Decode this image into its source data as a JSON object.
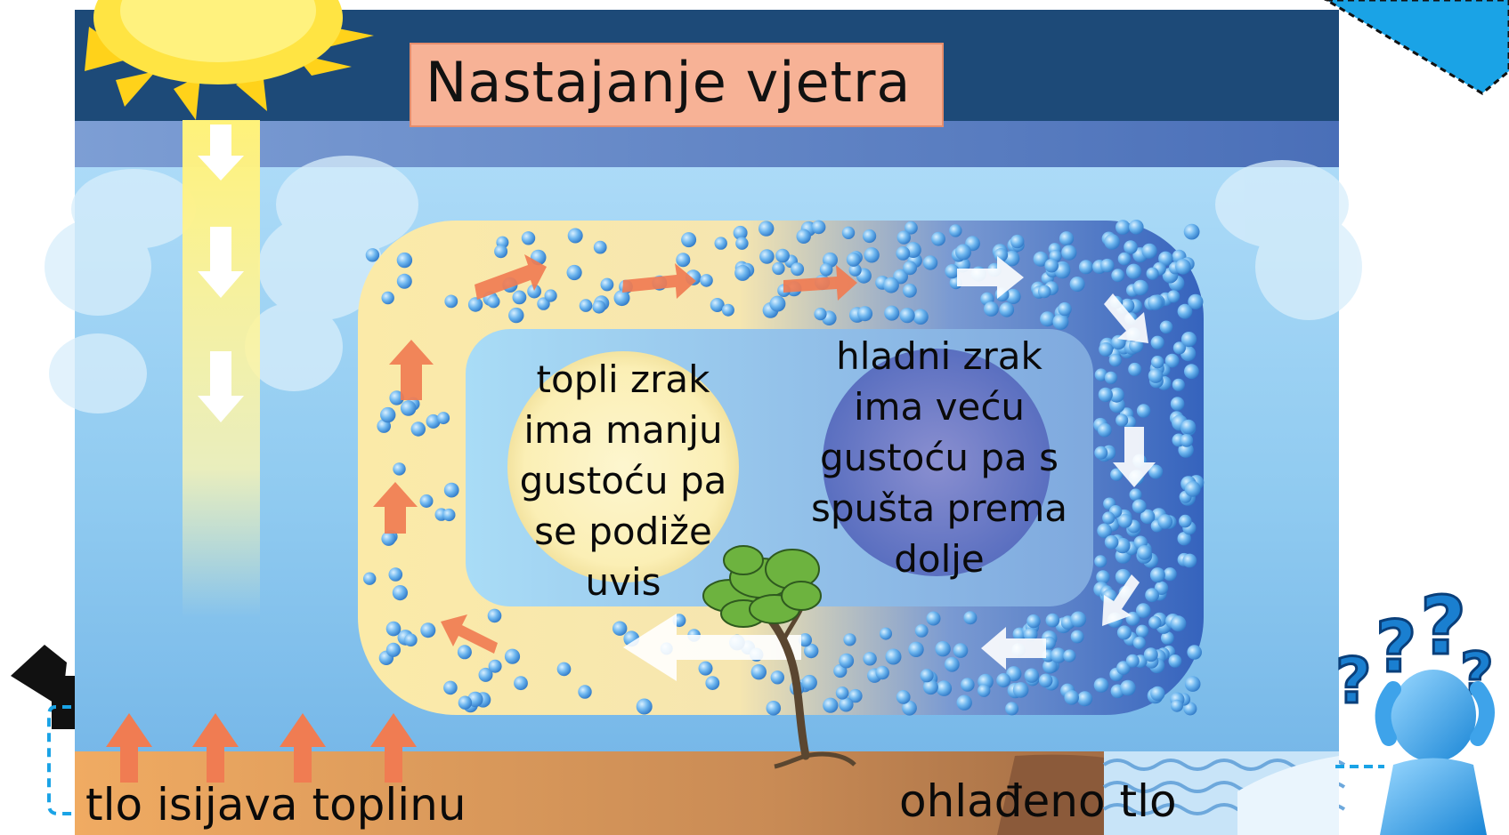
{
  "slide": {
    "title": "Nastajanje vjetra",
    "warm_air_text": [
      "topli zrak",
      "ima manju",
      "gustoću pa",
      "se podiže",
      "uvis"
    ],
    "cold_air_text": [
      "hladni zrak",
      "ima veću",
      "gustoću pa s",
      "spušta prema",
      "dolje"
    ],
    "ground_left_text": "tlo isijava toplinu",
    "ground_right_text": "ohlađeno tlo"
  },
  "colors": {
    "sky_top": "#1d4a78",
    "sky_band": "#5a82c4",
    "sky": "#8ec9ef",
    "warm_loop": "#fbe9a6",
    "cold_loop": "#3e6fc4",
    "particle": "#5aa9e6",
    "warm_arrow": "#f07c52",
    "ground_warm": "#e8a260",
    "ground_cold": "#8a5a3c",
    "title_box": "#f7b296",
    "sun": "#ffe032",
    "nav_accent": "#1aa3e6"
  },
  "icons": [
    "sun-icon",
    "tree-icon",
    "thinking-figure-icon",
    "pointer-hand-icon",
    "nav-arrow-icon"
  ]
}
